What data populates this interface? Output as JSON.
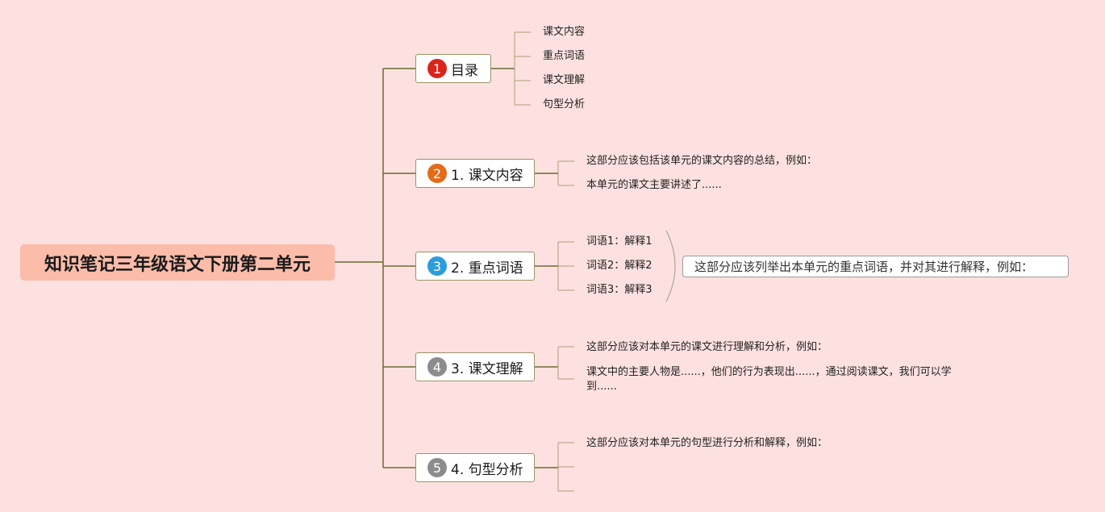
{
  "root": {
    "title": "知识笔记三年级语文下册第二单元"
  },
  "branches": [
    {
      "badge": "1",
      "badge_color": "#d9251c",
      "label": "目录",
      "leaves": [
        "课文内容",
        "重点词语",
        "课文理解",
        "句型分析"
      ]
    },
    {
      "badge": "2",
      "badge_color": "#e66a17",
      "label": "1. 课文内容",
      "leaves": [
        "这部分应该包括该单元的课文内容的总结，例如：",
        "本单元的课文主要讲述了......"
      ]
    },
    {
      "badge": "3",
      "badge_color": "#2a9ddc",
      "label": "2. 重点词语",
      "leaves": [
        "词语1：解释1",
        "词语2：解释2",
        "词语3：解释3"
      ],
      "callout": "这部分应该列举出本单元的重点词语，并对其进行解释，例如："
    },
    {
      "badge": "4",
      "badge_color": "#8c8c8c",
      "label": "3. 课文理解",
      "leaves": [
        "这部分应该对本单元的课文进行理解和分析，例如：",
        "课文中的主要人物是......，他们的行为表现出......，通过阅读课文，我们可以学到......"
      ]
    },
    {
      "badge": "5",
      "badge_color": "#8c8c8c",
      "label": "4. 句型分析",
      "leaves": [
        "这部分应该对本单元的句型进行分析和解释，例如：",
        "",
        ""
      ]
    }
  ],
  "colors": {
    "background": "#fde1e0",
    "root_fill": "#fbbcaa",
    "trunk_line": "#6b6b33",
    "leaf_line": "#b09a78"
  }
}
